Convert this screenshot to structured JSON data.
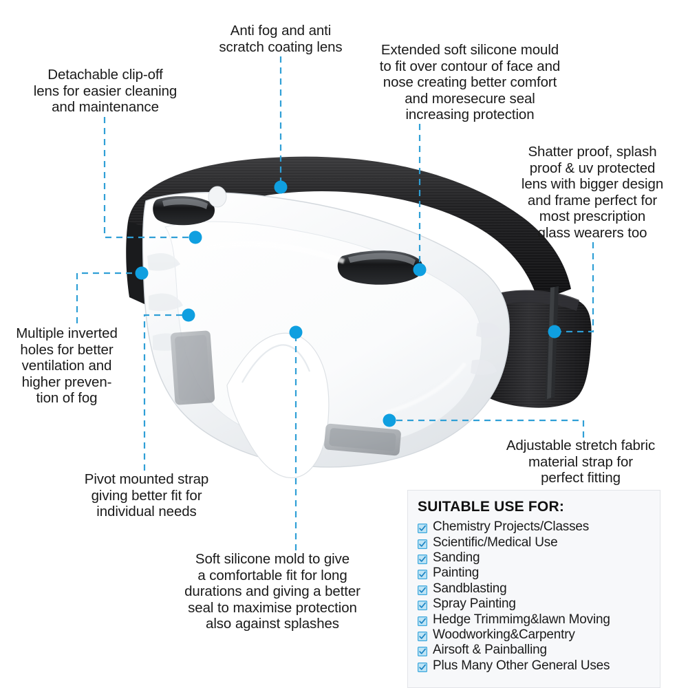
{
  "product": {
    "name": "safety-goggles",
    "description": "Clear anti-fog safety goggles with black elastic adjustable strap"
  },
  "accent_colors": {
    "leader_line": "#2f9fd6",
    "marker_dot": "#0f9fe0",
    "checkbox_fill": "#bfe4f5",
    "checkbox_border": "#3aa7dd",
    "check_mark": "#1b84c4",
    "text": "#1a1a1a",
    "panel_background": "#f7f8fa",
    "panel_border": "#e2e4e8",
    "page_background": "#ffffff"
  },
  "callouts": [
    {
      "id": "anti-fog-coating",
      "text": "Anti fog and anti\nscratch coating lens"
    },
    {
      "id": "detachable-lens",
      "text": "Detachable clip-off\nlens for easier cleaning\nand maintenance"
    },
    {
      "id": "silicone-mould",
      "text": "Extended soft silicone mould\nto fit over contour of face and\nnose creating better comfort\nand moresecure seal\nincreasing protection"
    },
    {
      "id": "shatter-proof-lens",
      "text": "Shatter proof, splash\nproof & uv protected\nlens with bigger design\nand frame perfect for\nmost prescription\nglass wearers too"
    },
    {
      "id": "ventilation-holes",
      "text": "Multiple inverted\nholes for better\nventilation and\nhigher preven-\ntion of fog"
    },
    {
      "id": "pivot-mounted-strap",
      "text": "Pivot mounted strap\ngiving better fit for\nindividual needs"
    },
    {
      "id": "soft-silicone-mold",
      "text": "Soft silicone mold to give\na comfortable fit for long\ndurations and giving a better\nseal to maximise protection\nalso against splashes"
    },
    {
      "id": "adjustable-strap",
      "text": "Adjustable stretch fabric\nmaterial strap for\nperfect fitting"
    }
  ],
  "use_panel": {
    "title": "SUITABLE USE FOR:",
    "checkbox_icon": "checked-checkbox-icon",
    "items": [
      "Chemistry Projects/Classes",
      "Scientific/Medical Use",
      "Sanding",
      "Painting",
      "Sandblasting",
      "Spray Painting",
      "Hedge Trimmimg&lawn Moving",
      "Woodworking&Carpentry",
      "Airsoft & Painballing",
      "Plus Many Other General Uses"
    ]
  }
}
